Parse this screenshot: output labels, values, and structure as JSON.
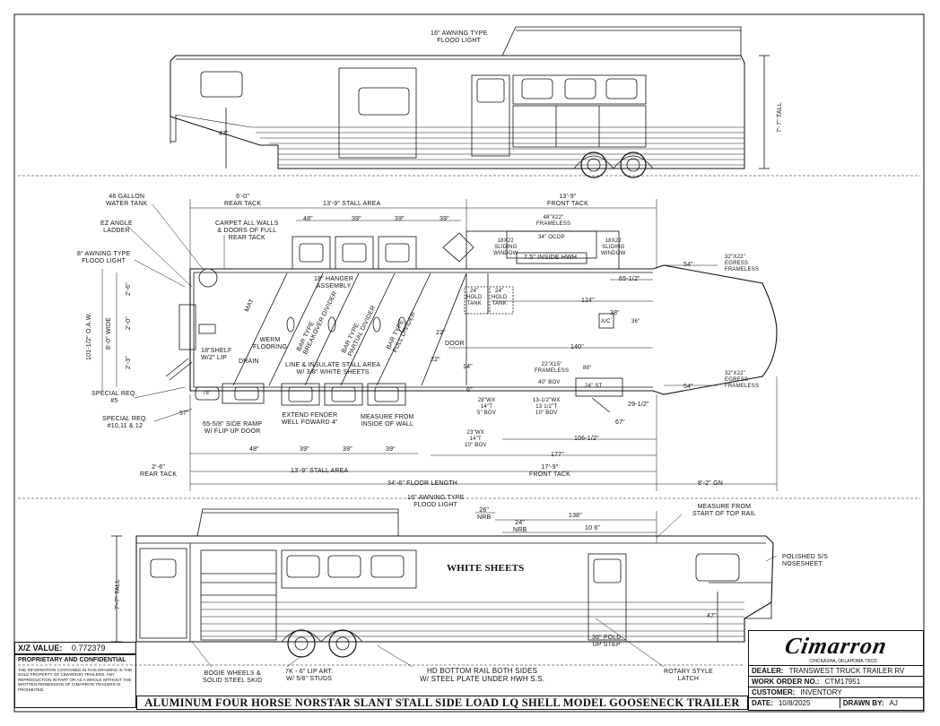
{
  "top_view": {
    "flood_light": "16\" AWNING TYPE\nFLOOD LIGHT",
    "tall": "7'-7\" TALL",
    "height_47": "47\""
  },
  "plan": {
    "water_tank": "46 GALLON\nWATER TANK",
    "rear_tack": "6'-0\"\nREAR TACK",
    "stall_area_top": "13'-9\" STALL AREA",
    "front_tack_top": "13'-9\"\nFRONT TACK",
    "ez_angle": "EZ ANGLE\nLADDER",
    "carpet": "CARPET ALL WALLS\n& DOORS OF FULL\nREAR TACK",
    "awning_flood": "8\" AWNING TYPE\nFLOOD LIGHT",
    "stall_48": "48\"",
    "stall_39a": "39\"",
    "stall_39b": "39\"",
    "stall_39c": "39\"",
    "window_48": "48\"X22\"\nFRAMELESS",
    "window_34": "34\" OCOP",
    "sliding_window_l": "18X22\nSLIDING\nWINDOW",
    "sliding_window_r": "18X22\nSLIDING\nWINDOW",
    "hvh": "7.5\" INSIDE HWH",
    "egress_top": "32\"X22\"\nEGRESS\nFRAMELESS",
    "dim_54_top": "54\"",
    "hanger": "18\" HANGER\nASSEMBLY",
    "dim_65": "65-1/2\"",
    "width_oaw": "101-1/2\" O.A.W.",
    "width_wide": "8'-0\" WIDE",
    "dim_26": "2'-6\"",
    "dim_20": "2'-0\"",
    "dim_23": "2'-3\"",
    "hold_tank_1": "24\"\nHOLD\nTANK",
    "hold_tank_2": "24\"\nHOLD\nTANK",
    "dim_124": "124\"",
    "ac": "A/C",
    "dim_36": "36\"",
    "bar_breakover": "BAR TYPE\nBREAKOVER DIVIDER",
    "bar_partial": "BAR TYPE\nPARTIAL DIVIDER",
    "bar_full": "BAR TYPE\nFULL DIVIDER",
    "mat": "MAT",
    "werm": "WERM\nFLOORING",
    "drain": "DRAIN",
    "shelf": "18\"SHELF\nw/2\" LIP",
    "line_insulate": "LINE & INSULATE STALL AREA\nW/ 3/8\" WHITE SHEETS",
    "dim_22": "22\"",
    "dim_22b": "22\"",
    "door": "DOOR",
    "dim_140": "140\"",
    "win_22x15": "22\"X15\"\nFRAMELESS",
    "dim_40": "40\" BOV",
    "dim_88": "88\"",
    "dim_24st": "24\" ST",
    "egress_bot": "32\"X22\"\nEGRESS\nFRAMELESS",
    "dim_54_bot": "54\"",
    "special_5": "SPECIAL REQ.\n#5",
    "special_10": "SPECIAL REQ.\n#10,11 & 12",
    "dim_78": "78\"",
    "dim_57": "57\"",
    "side_ramp": "65-5/8\" SIDE RAMP\nW/ FLIP UP DOOR",
    "extend_fender": "EXTEND FENDER\nWELL FOWARD 4\"",
    "measure_inside": "MEASURE FROM\nINSIDE OF WALL",
    "bov_28": "28\"Wx\n14\"T\n5\" BOV",
    "bov_13": "13-1/2\"Wx\n13 1/2\"T\n10\" BOV",
    "bov_23": "23\"Wx\n14\"T\n10\" BOV",
    "dim_48b": "48\"",
    "dim_39d": "39\"",
    "dim_39e": "39\"",
    "dim_39f": "39\"",
    "dim_106": "106-1/2\"",
    "dim_177": "177\"",
    "dim_67": "67\"",
    "dim_29": "29-1/2\"",
    "dim_38": "38\"",
    "rear_tack_bot": "2'-6\"\nREAR TACK",
    "stall_area_bot": "13'-9\" STALL AREA",
    "front_tack_bot": "17'-9\"\nFRONT TACK",
    "floor_length": "34'-6\" FLOOR LENGTH",
    "gn": "8'-2\" GN",
    "dim_6": "6\"",
    "dim_14": "14\""
  },
  "side_view": {
    "flood_light": "16\" AWNING TYPE\nFLOOD LIGHT",
    "nrb_26": "26\"\nNRB",
    "nrb_24": "24\"\nNRB",
    "dim_138": "138\"",
    "dim_106": "10 6\"",
    "measure_rail": "MEASURE FROM\nSTART OF TOP RAIL",
    "tall": "7'-7\" TALL",
    "white_sheets": "WHITE SHEETS",
    "polished": "POLISHED S/S\nNOSESHEET",
    "height_47": "47\"",
    "fold_step": "36\" FOLD\nUP STEP",
    "bogie": "BOGIE WHEELS &\nSOLID STEEL SKID",
    "studs": "7K - 6\" LIP ART.\nW/ 5/8\" STUDS",
    "bottom_rail": "HD BOTTOM RAIL BOTH SIDES\nW/ STEEL PLATE UNDER HWH S.S.",
    "rotary": "ROTARY STYLE\nLATCH"
  },
  "xz": {
    "label": "X/Z VALUE:",
    "value": "0.772379"
  },
  "proprietary": {
    "title": "PROPRIETARY AND CONFIDENTIAL",
    "body": "THE INFORMATION CONTAINED IN THIS DRAWING IS THE SOLE PROPERTY OF CIMARRON TRAILERS. ANY REPRODUCTION IN PART OR AS A WHOLE WITHOUT THE WRITTEN PERMISSION OF CIMARRON TRAILERS IS PROHIBITED."
  },
  "title_block": {
    "logo": "Cimarron",
    "location": "CHICKASHA, OKLAHOMA 73023",
    "dealer_key": "DEALER:",
    "dealer_val": "TRANSWEST TRUCK TRAILER RV",
    "work_order_key": "WORK ORDER NO.:",
    "work_order_val": "CTM17951",
    "customer_key": "CUSTOMER:",
    "customer_val": "INVENTORY",
    "date_key": "DATE:",
    "date_val": "10/8/2025",
    "drawn_key": "DRAWN BY:",
    "drawn_val": "AJ"
  },
  "drawing_title": "ALUMINUM FOUR HORSE NORSTAR SLANT STALL SIDE LOAD LQ SHELL MODEL GOOSENECK TRAILER"
}
